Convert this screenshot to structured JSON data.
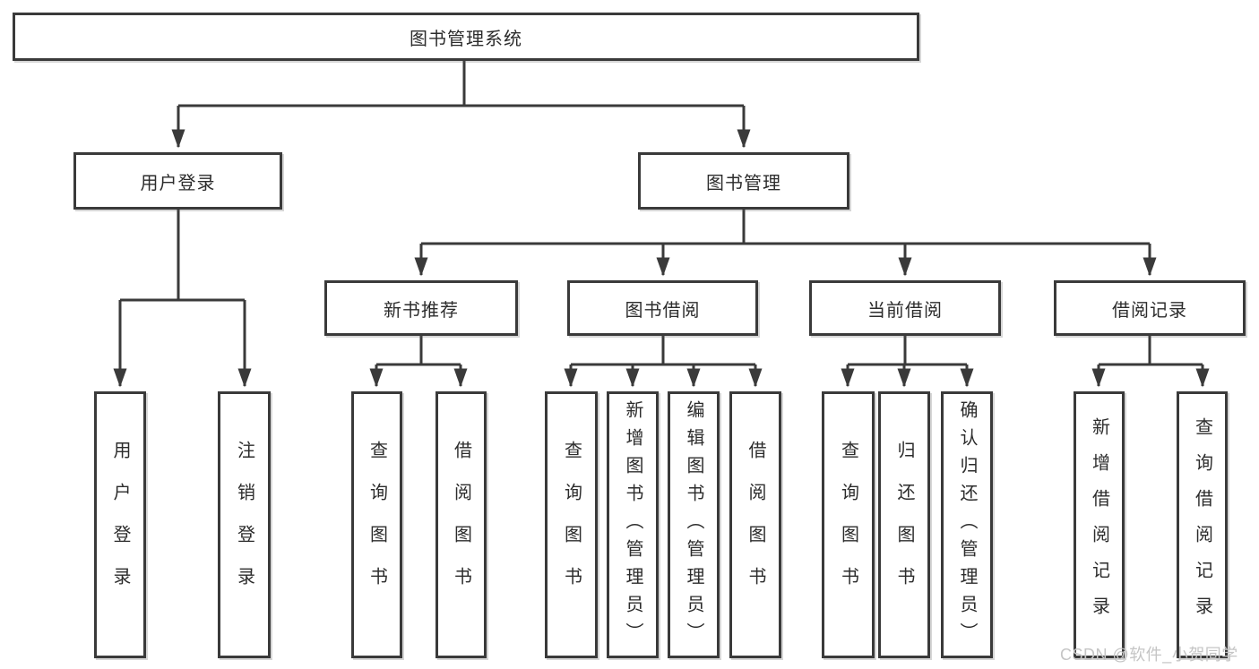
{
  "tree": {
    "label": "图书管理系统",
    "children": [
      {
        "label": "用户登录",
        "children": [
          {
            "label": "用户登录"
          },
          {
            "label": "注销登录"
          }
        ]
      },
      {
        "label": "图书管理",
        "children": [
          {
            "label": "新书推荐",
            "children": [
              {
                "label": "查询图书"
              },
              {
                "label": "借阅图书"
              }
            ]
          },
          {
            "label": "图书借阅",
            "children": [
              {
                "label": "查询图书"
              },
              {
                "label": "新增图书（管理员）"
              },
              {
                "label": "编辑图书（管理员）"
              },
              {
                "label": "借阅图书"
              }
            ]
          },
          {
            "label": "当前借阅",
            "children": [
              {
                "label": "查询图书"
              },
              {
                "label": "归还图书"
              },
              {
                "label": "确认归还（管理员）"
              }
            ]
          },
          {
            "label": "借阅记录",
            "children": [
              {
                "label": "新增借阅记录"
              },
              {
                "label": "查询借阅记录"
              }
            ]
          }
        ]
      }
    ]
  },
  "watermark": "CSDN @软件_小贺同学",
  "colors": {
    "line": "#3a3a3a",
    "text": "#2c2c2c",
    "watermark": "#c5c5c5",
    "background": "#ffffff"
  }
}
